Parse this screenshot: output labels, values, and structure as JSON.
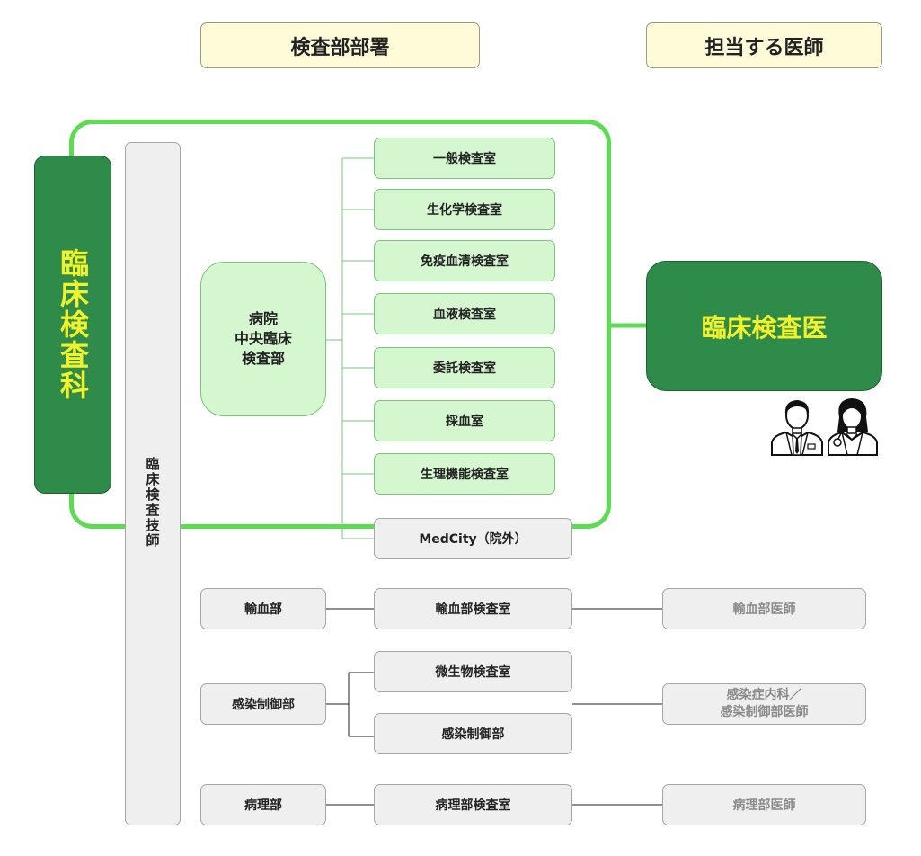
{
  "headers": {
    "departments": "検査部部署",
    "doctors": "担当する医師"
  },
  "clinical_dept": "臨床検査科",
  "technologist": "臨床検査技師",
  "central_lab": "病院\n中央臨床\n検査部",
  "labs": [
    "一般検査室",
    "生化学検査室",
    "免疫血清検査室",
    "血液検査室",
    "委託検査室",
    "採血室",
    "生理機能検査室"
  ],
  "medcity": "MedCity（院外）",
  "clinical_doctor": "臨床検査医",
  "transfusion": {
    "dept": "輸血部",
    "lab": "輸血部検査室",
    "doctor": "輸血部医師"
  },
  "infection": {
    "dept": "感染制御部",
    "labs": [
      "微生物検査室",
      "感染制御部"
    ],
    "doctor": "感染症内科／\n感染制御部医師"
  },
  "pathology": {
    "dept": "病理部",
    "lab": "病理部検査室",
    "doctor": "病理部医師"
  },
  "colors": {
    "frame_green": "#5ddb53",
    "dark_green": "#2e8b4a",
    "light_green": "#d4f7d0",
    "yellow_text": "#f2f22a",
    "header_bg": "#fdfbd8",
    "gray_bg": "#efefef"
  },
  "icons": [
    "male-doctor-icon",
    "female-doctor-icon"
  ]
}
